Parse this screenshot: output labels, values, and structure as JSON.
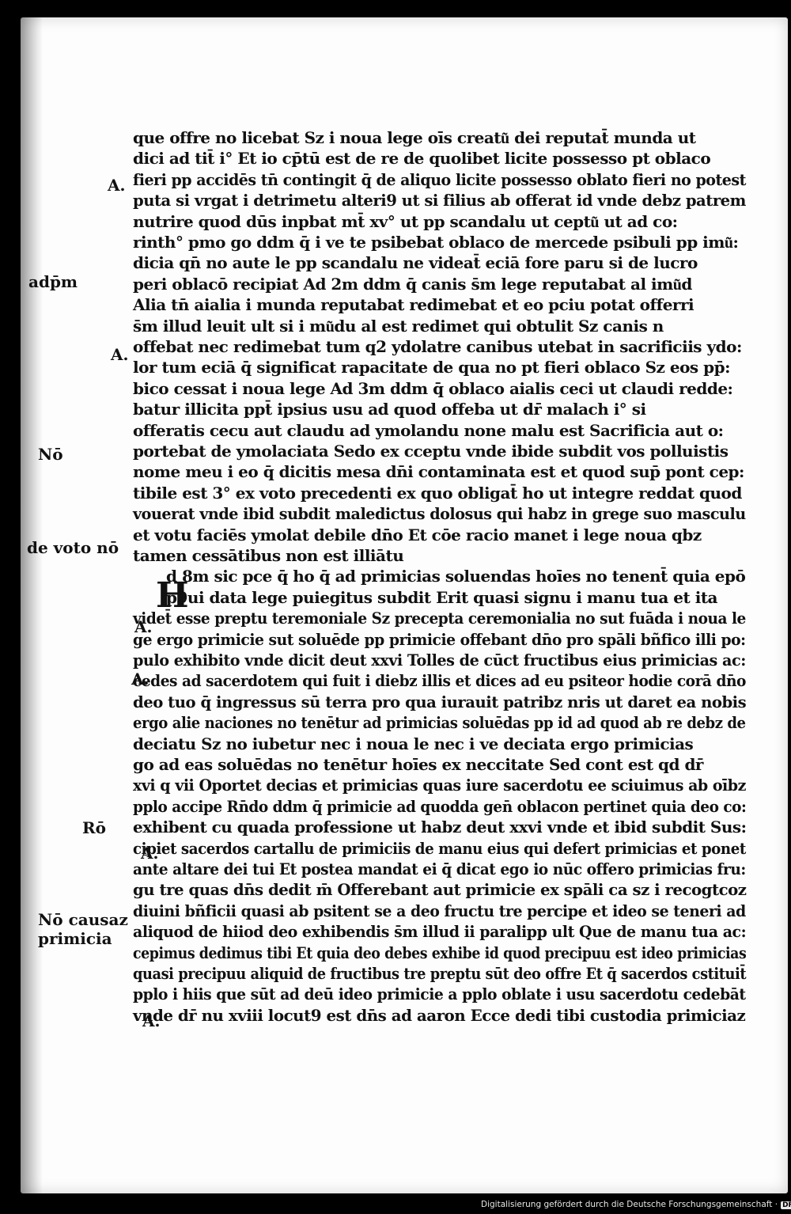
{
  "footer": {
    "text": "Digitalisierung gefördert durch die Deutsche Forschungsgemeinschaft ·",
    "badge": "DFG"
  },
  "margin": {
    "note1": "adp̄m",
    "note2": "Nō",
    "note3": "de voto nō",
    "note4": "Rō",
    "note5a": "Nō causaz",
    "note5b": "primicia",
    "symbol": "A."
  },
  "initial": "H",
  "lines": [
    "que offre no licebat Sz i noua lege oīs creatu͂ dei reputat̄ munda ut",
    "dici ad tit̄ i° Et io cp̄tū est de re de quolibet licite possesso pt oblaco",
    "fieri pp accidēs tn̄ contingit q̄ de aliquo licite possesso oblato fieri no potest",
    "puta si vrgat i detrimetu alteri9 ut si filius ab offerat id vnde debz patrem",
    "nutrire quod dūs inpbat mt̄ xv° ut pp scandalu ut ceptu͂ ut ad co:",
    "rinth° pmo go ddm q̄ i ve te psibebat oblaco de mercede psibuli pp imu͂:",
    "dicia qn̄ no aute le pp scandalu ne videat̄ eciā fore paru si de lucro",
    "peri oblacō recipiat Ad 2m ddm q̄ canis s̄m lege reputabat al imu͂d",
    "Alia tn̄ aialia i munda reputabat redimebat et eo pciu potat offerri",
    "s̄m illud leuit ult si i mu͂du al est redimet qui obtulit Sz canis n",
    "offebat nec redimebat tum q2 ydolatre canibus utebat in sacrificiis ydo:",
    "lor tum eciā q̄ significat rapacitate de qua no pt fieri oblaco Sz eos pp̄:",
    "bico cessat i noua lege Ad 3m ddm q̄ oblaco aialis ceci ut claudi redde:",
    "batur illicita ppt̄ ipsius usu ad quod offeba ut dr̄ malach i° si",
    "offeratis cecu aut claudu ad ymolandu none malu est Sacrificia aut o:",
    "portebat de ymolaciata Sedo ex cceptu vnde ibide subdit vos polluistis",
    "nome meu i eo q̄ dicitis mesa dn̄i contaminata est et quod sup̄ pont cep:",
    "tibile est 3° ex voto precedenti ex quo obligat̄ ho ut integre reddat quod",
    "vouerat vnde ibid subdit maledictus dolosus qui habz in grege suo masculu",
    "et votu faciēs ymolat debile dn̄o Et cōe racio manet i lege noua qbz",
    "tamen cessātibus non est illiātu",
    "d 8m sic pce q̄ ho q̄ ad primicias soluendas hoīes no tenent̄ quia epō",
    "p9ui data lege puiegitus subdit Erit quasi signu i manu tua et ita",
    "videt̄ esse preptu teremoniale Sz precepta ceremonialia no sut fuāda i noua le",
    "ge ergo primicie sut soluēde pp primicie offebant dn̄o pro spāli bñfico illi po:",
    "pulo exhibito vnde dicit deut xxvi Tolles de cūct fructibus eius primicias ac:",
    "cedes ad sacerdotem qui fuit i diebz illis et dices ad eu psiteor hodie corā dn̄o",
    "deo tuo q̄ ingressus sū terra pro qua iurauit patribz nris ut daret ea nobis",
    "ergo alie naciones no tenētur ad primicias soluēdas pp id ad quod ab re debz de",
    "deciatu Sz no iubetur nec i noua le nec i ve deciata ergo primicias",
    "go ad eas soluēdas no tenētur hoīes ex neccitate Sed cont est qd dr̄",
    "xvi q vii Oportet decias et primicias quas iure sacerdotu ee sciuimus ab oībz",
    "pplo accipe Rn̄do ddm q̄ primicie ad quodda gen̄ oblacon pertinet quia deo co:",
    "exhibent cu quada professione ut habz deut xxvi vnde et ibid subdit Sus:",
    "cipiet sacerdos cartallu de primiciis de manu eius qui defert primicias et ponet",
    "ante altare dei tui Et postea mandat ei q̄ dicat ego io nūc offero primicias fru:",
    "gu tre quas dn̄s dedit m̄ Offerebant aut primicie ex spāli ca sz i recogtcoz",
    "diuini bñficii quasi ab psitent se a deo fructu tre percipe et ideo se teneri ad",
    "aliquod de hiiod deo exhibendis s̄m illud ii paralipp ult Que de manu tua ac:",
    "cepimus dedimus tibi Et quia deo debes exhibe id quod precipuu est ideo primicias",
    "quasi precipuu aliquid de fructibus tre preptu sūt deo offre Et q̄ sacerdos cstituit̄",
    "pplo i hiis que sūt ad deū ideo primicie a pplo oblate i usu sacerdotu cedebāt",
    "vnde dr̄ nu xviii locut9 est dn̄s ad aaron Ecce dedi tibi custodia primiciaz"
  ]
}
